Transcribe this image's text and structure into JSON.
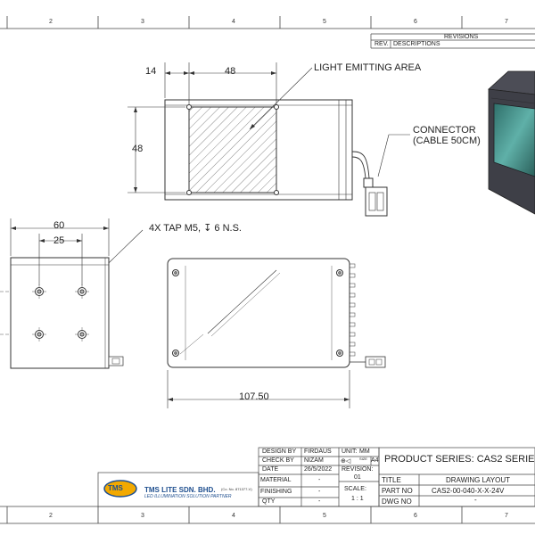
{
  "zones": {
    "top": [
      "2",
      "3",
      "4",
      "5",
      "6",
      "7"
    ],
    "bottom": [
      "2",
      "3",
      "4",
      "5",
      "6",
      "7"
    ]
  },
  "revisions": {
    "title": "REVISIONS",
    "rev": "REV.",
    "descriptions": "DESCRIPTIONS"
  },
  "dimensions": {
    "d14": "14",
    "d48_top": "48",
    "d48_side": "48",
    "d60": "60",
    "d25": "25",
    "d107": "107.50"
  },
  "notes": {
    "light_area": "LIGHT EMITTING AREA",
    "connector_line1": "CONNECTOR",
    "connector_line2": "(CABLE 50CM)",
    "tap": "4X TAP M5, ↧ 6 N.S."
  },
  "company": {
    "logo": "TMS",
    "name": "TMS LITE SDN. BHD.",
    "reg": "(Co. No. 871377-V)",
    "tagline": "LED ILLUMINATION SOLUTION PARTNER"
  },
  "title_block": {
    "design_by_label": "DESIGN BY",
    "design_by": "FIRDAUS",
    "check_by_label": "CHECK BY",
    "check_by": "NIZAM",
    "date_label": "DATE",
    "date": "26/5/2022",
    "material_label": "MATERIAL",
    "material": "-",
    "finishing_label": "FINISHING",
    "finishing": "-",
    "qty_label": "QTY",
    "qty": "-",
    "unit_label": "UNIT:",
    "unit": "MM",
    "projection": "⊕◁",
    "size_label": "SIZE",
    "size": "A4",
    "revision_label": "REVISION:",
    "revision": "01",
    "scale_label": "SCALE:",
    "scale": "1 : 1",
    "product_series": "PRODUCT SERIES: CAS2 SERIE",
    "title_label": "TITLE",
    "title": "DRAWING LAYOUT",
    "part_no_label": "PART NO",
    "part_no": "CAS2-00-040-X-X-24V",
    "dwg_no_label": "DWG NO",
    "dwg_no": "-"
  }
}
